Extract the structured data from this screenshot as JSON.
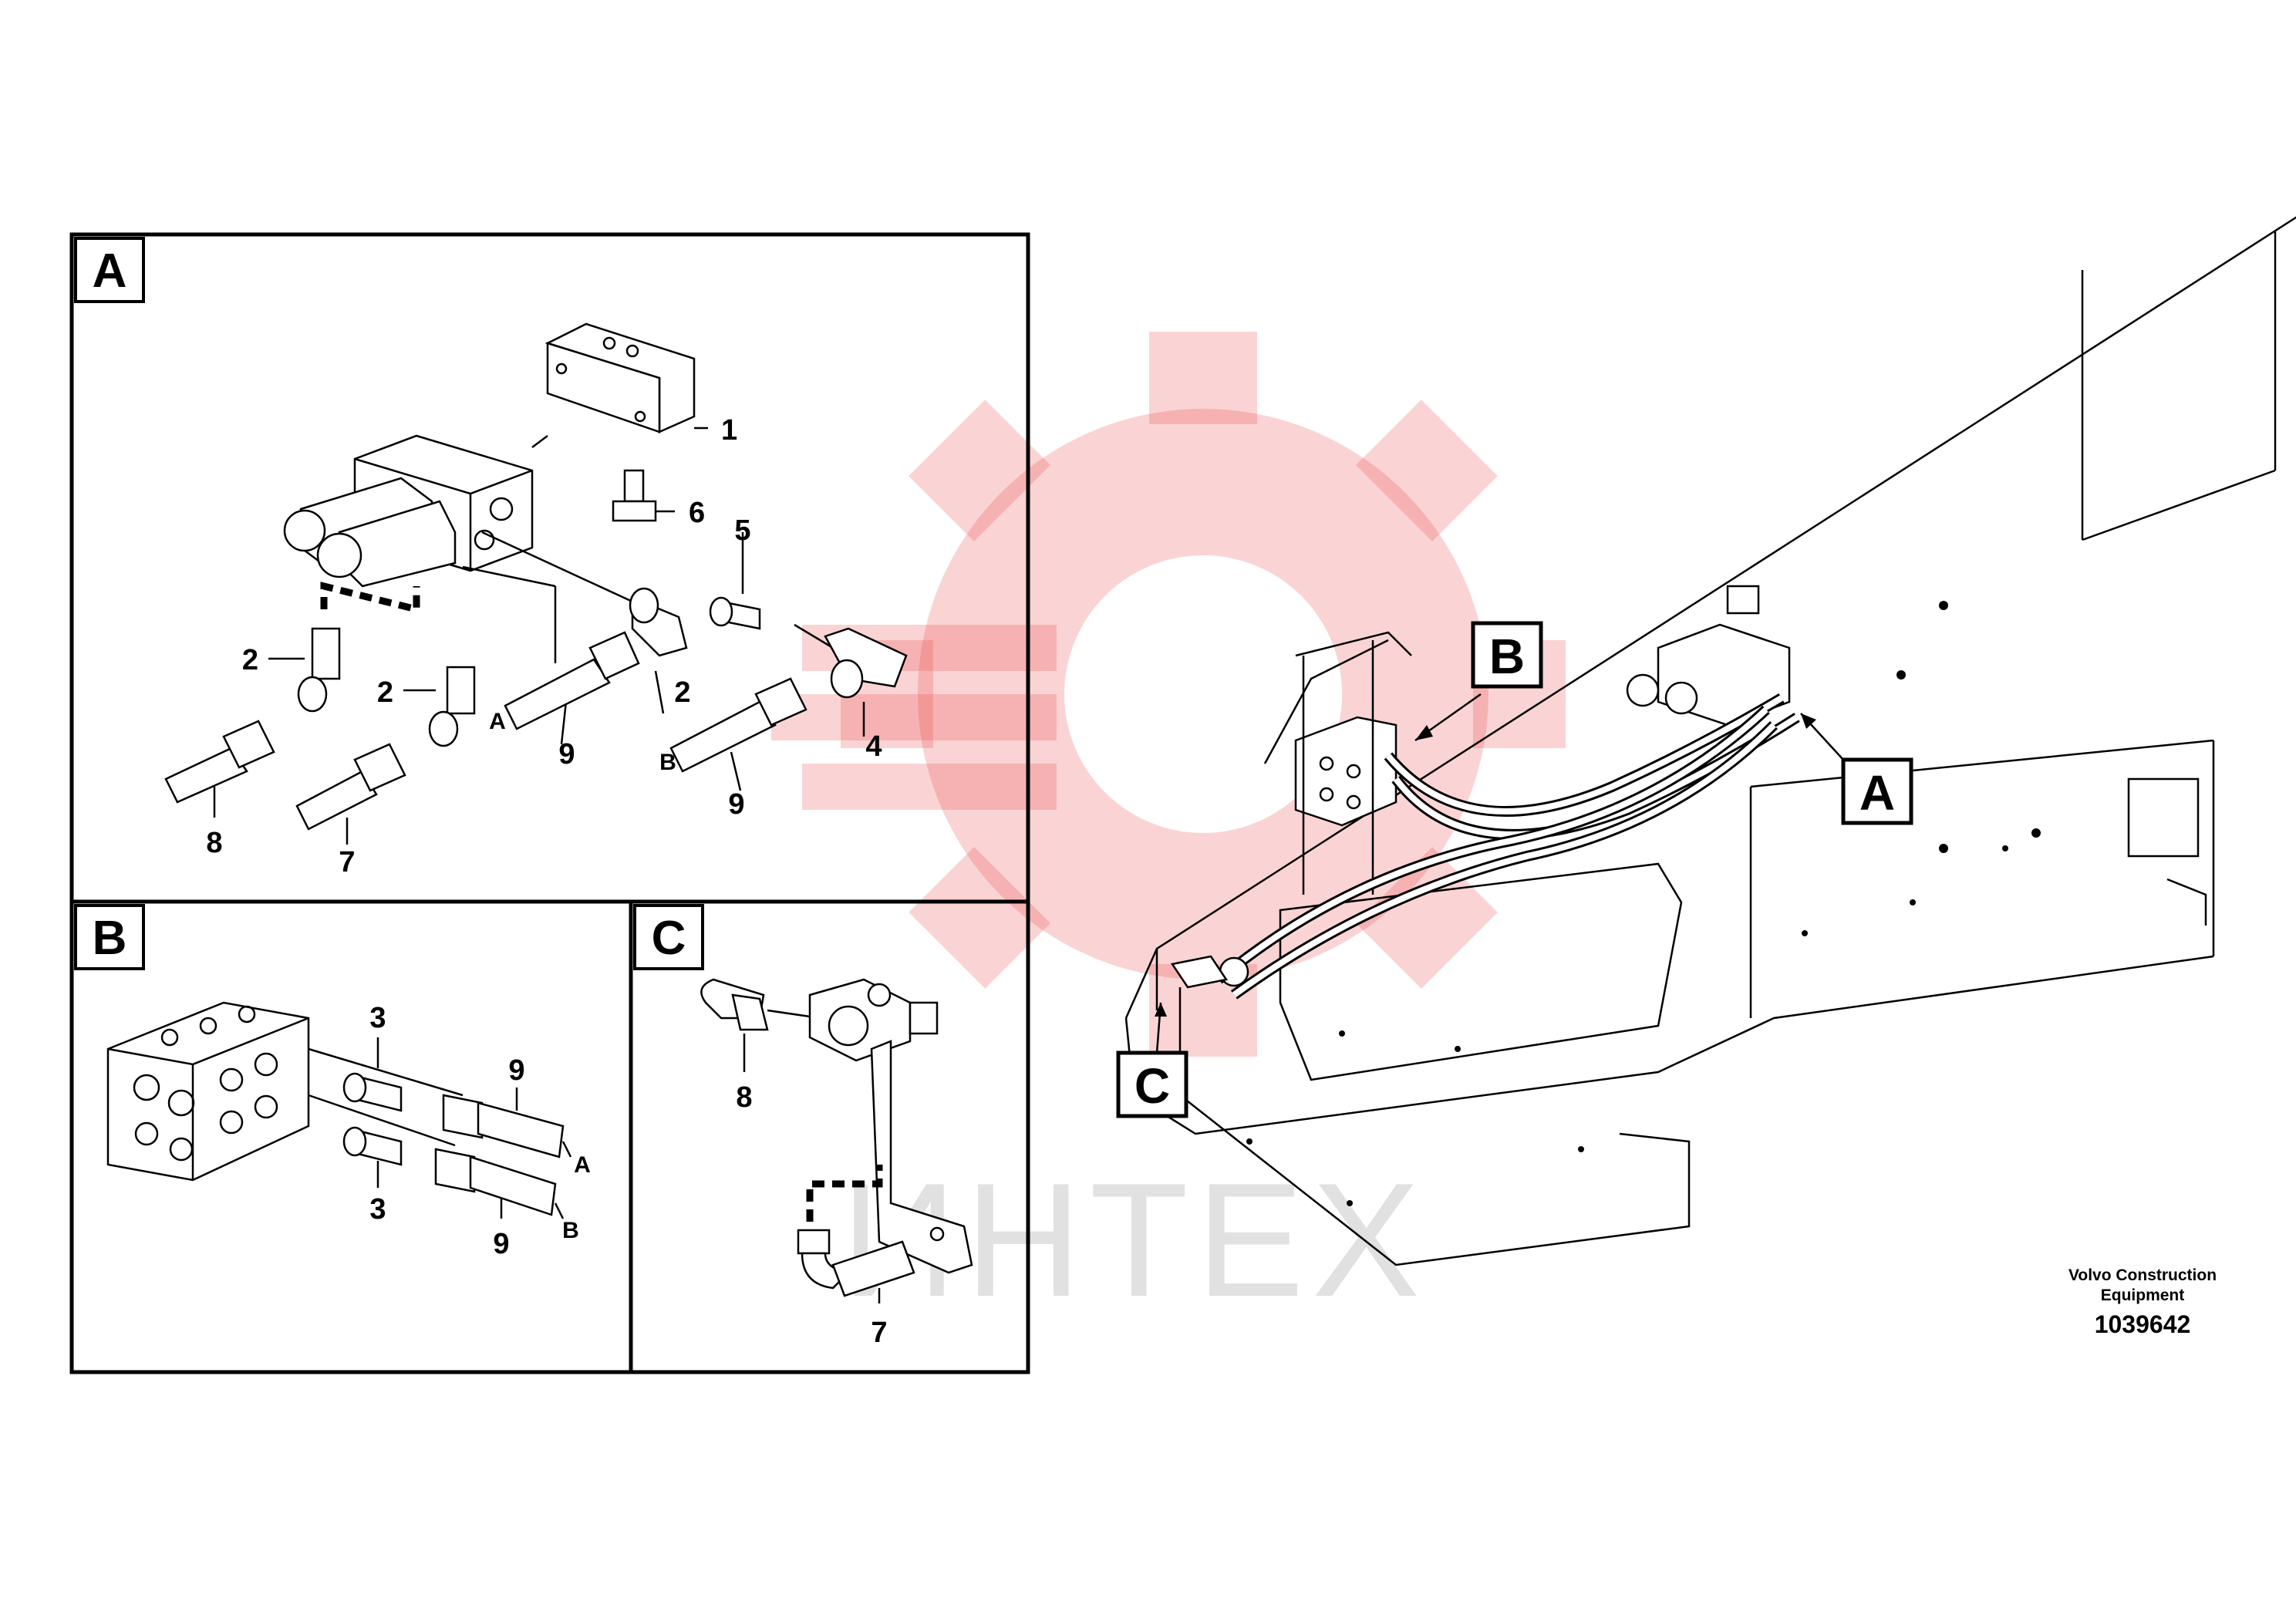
{
  "panels": {
    "A": {
      "letter": "A",
      "labels": {
        "p1": "1",
        "p2a": "2",
        "p2b": "2",
        "p2c": "2",
        "p4": "4",
        "p5": "5",
        "p6": "6",
        "p7": "7",
        "p8": "8",
        "p9a": "9",
        "p9b": "9"
      },
      "hose_ends": {
        "a": "A",
        "b": "B"
      }
    },
    "B": {
      "letter": "B",
      "labels": {
        "p3a": "3",
        "p3b": "3",
        "p9a": "9",
        "p9b": "9"
      },
      "hose_ends": {
        "a": "A",
        "b": "B"
      }
    },
    "C": {
      "letter": "C",
      "labels": {
        "p8": "8",
        "p7": "7"
      }
    }
  },
  "callouts": {
    "A": "A",
    "B": "B",
    "C": "C"
  },
  "publisher": {
    "name_line1": "Volvo Construction",
    "name_line2": "Equipment",
    "number": "1039642"
  },
  "watermark": {
    "text": "ИНТЕХ",
    "color": "#e83a3a"
  }
}
